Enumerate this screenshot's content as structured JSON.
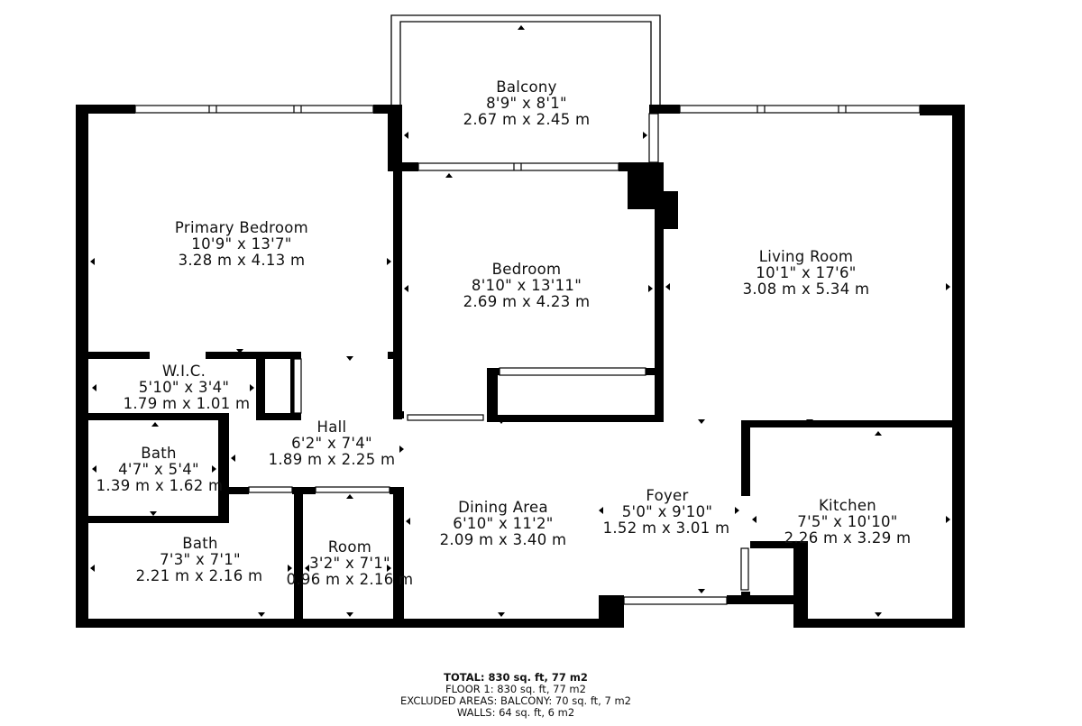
{
  "rooms": {
    "balcony": {
      "name": "Balcony",
      "imperial": "8'9\" x 8'1\"",
      "metric": "2.67 m x 2.45 m"
    },
    "primary": {
      "name": "Primary Bedroom",
      "imperial": "10'9\" x 13'7\"",
      "metric": "3.28 m x 4.13 m"
    },
    "bedroom": {
      "name": "Bedroom",
      "imperial": "8'10\" x 13'11\"",
      "metric": "2.69 m x 4.23 m"
    },
    "living": {
      "name": "Living Room",
      "imperial": "10'1\" x 17'6\"",
      "metric": "3.08 m x 5.34 m"
    },
    "wic": {
      "name": "W.I.C.",
      "imperial": "5'10\" x 3'4\"",
      "metric": "1.79 m x 1.01 m"
    },
    "hall": {
      "name": "Hall",
      "imperial": "6'2\" x 7'4\"",
      "metric": "1.89 m x 2.25 m"
    },
    "bath1": {
      "name": "Bath",
      "imperial": "4'7\" x 5'4\"",
      "metric": "1.39 m x 1.62 m"
    },
    "dining": {
      "name": "Dining Area",
      "imperial": "6'10\" x 11'2\"",
      "metric": "2.09 m x 3.40 m"
    },
    "foyer": {
      "name": "Foyer",
      "imperial": "5'0\" x 9'10\"",
      "metric": "1.52 m x 3.01 m"
    },
    "kitchen": {
      "name": "Kitchen",
      "imperial": "7'5\" x 10'10\"",
      "metric": "2.26 m x 3.29 m"
    },
    "bath2": {
      "name": "Bath",
      "imperial": "7'3\" x 7'1\"",
      "metric": "2.21 m x 2.16 m"
    },
    "room": {
      "name": "Room",
      "imperial": "3'2\" x 7'1\"",
      "metric": "0.96 m x 2.16 m"
    }
  },
  "totals": {
    "total": "TOTAL: 830 sq. ft, 77 m2",
    "floor": "FLOOR 1: 830 sq. ft, 77 m2",
    "excluded": "EXCLUDED AREAS: BALCONY: 70 sq. ft, 7 m2",
    "walls": "WALLS: 64 sq. ft, 6 m2"
  },
  "colors": {
    "wall": "#000000",
    "window": "#888888",
    "background": "#ffffff"
  }
}
